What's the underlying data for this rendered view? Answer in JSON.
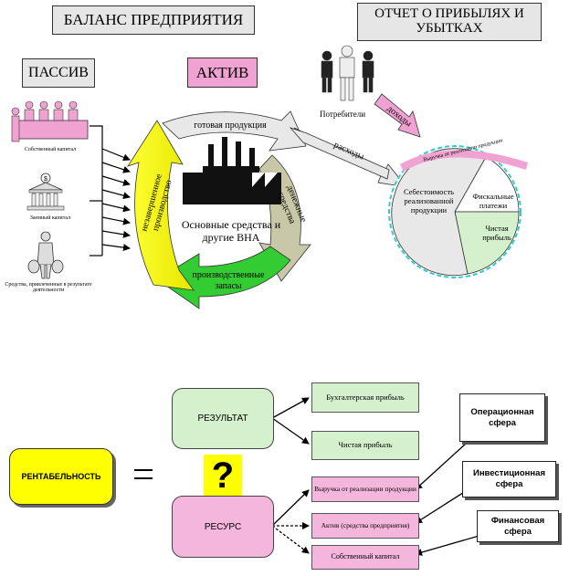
{
  "top": {
    "balance_title": "БАЛАНС ПРЕДПРИЯТИЯ",
    "pnl_title": "ОТЧЕТ О ПРИБЫЛЯХ И УБЫТКАХ",
    "passive": "ПАССИВ",
    "active": "АКТИВ",
    "sources": [
      "Собственный капитал",
      "Заемный капитал",
      "Средства, привлеченные в результате деятельности"
    ],
    "consumers": "Потребители",
    "income": "доходы",
    "expenses": "расходы",
    "cycle": {
      "finished_goods": "готовая продукция",
      "wip": "незавершенное производство",
      "cash": "денежные средства",
      "inventory": "производственные запасы",
      "fixed_assets": "Основные средства и другие ВНА"
    },
    "pie": {
      "revenue": "Выручка от реализации продукции",
      "cost": "Себестоимость реализованной продукции",
      "fiscal": "Фискальные платежи",
      "net_profit": "Чистая прибыль"
    }
  },
  "bottom": {
    "profitability": "РЕНТАБЕЛЬНОСТЬ",
    "equals": "=",
    "question": "?",
    "result": "РЕЗУЛЬТАТ",
    "resource": "РЕСУРС",
    "results": [
      "Бухгалтерская прибыль",
      "Чистая прибыль"
    ],
    "resources": [
      "Выручка от реализации продукции",
      "Актив (средства предприятия)",
      "Собственный капитал"
    ],
    "spheres": [
      "Операционная сфера",
      "Инвестиционная сфера",
      "Финансовая сфера"
    ]
  },
  "colors": {
    "pink": "#f0a3d2",
    "gray_header": "#e6e6e6",
    "yellow": "#ffff00",
    "green": "#33cc33",
    "tan": "#c8c8a8",
    "light_gray": "#e8e8e8",
    "light_green": "#d4f0cc",
    "circle_dash": "#33cccc"
  }
}
